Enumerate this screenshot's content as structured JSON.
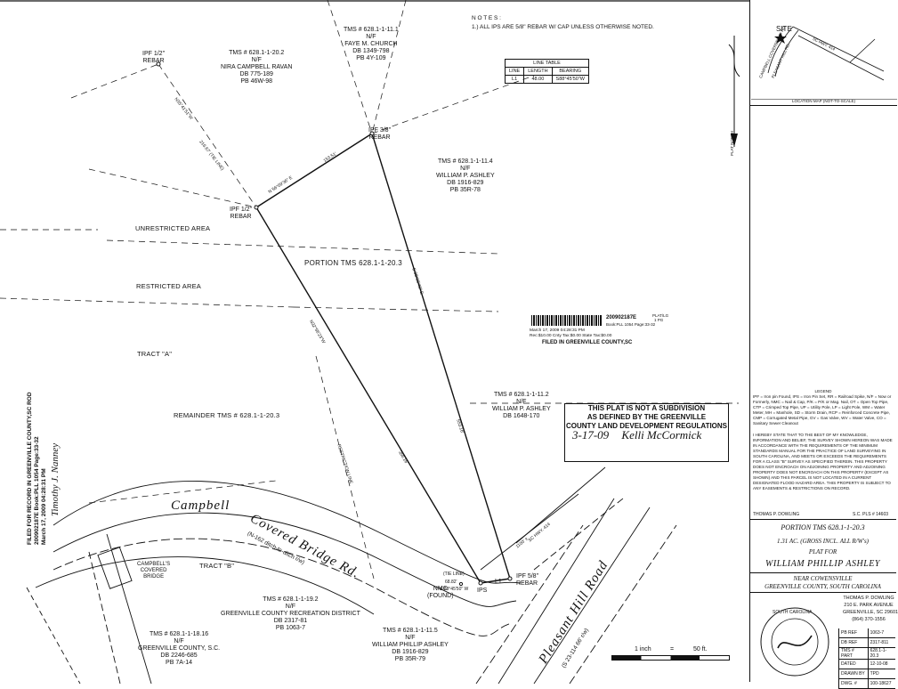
{
  "notes": {
    "title": "N O T E S :",
    "note1": "1.) ALL IPS ARE 5/8\" REBAR W/ CAP UNLESS OTHERWISE NOTED."
  },
  "line_table": {
    "title": "LINE TABLE",
    "headers": [
      "LINE",
      "LENGTH",
      "BEARING"
    ],
    "row": [
      "L1",
      "48.00",
      "S88°45'50\"W"
    ]
  },
  "markers": {
    "ipf_half_top": "IPF 1/2\"",
    "rebar": "REBAR",
    "ipf_38": "IPF 3/8\"",
    "ipf_half_mid": "IPF 1/2\"",
    "ipf_58": "IPF 5/8\"",
    "nmc": "NMC",
    "found": "(FOUND)",
    "ips": "IPS",
    "l1": "L1"
  },
  "parcels": {
    "ravan": [
      "TMS # 628.1-1-20.2",
      "N/F",
      "NIRA CAMPBELL RAVAN",
      "DB 775-189",
      "PB 46W-98"
    ],
    "church": [
      "TMS # 628.1-1-11.1",
      "N/F",
      "FAYE M. CHURCH",
      "DB 1349-798",
      "PB 4Y-109"
    ],
    "ashley_114": [
      "TMS # 628.1-1-11.4",
      "N/F",
      "WILLIAM P. ASHLEY",
      "DB 1916-829",
      "PB 35R-78"
    ],
    "ashley_112": [
      "TMS # 628.1-1-11.2",
      "N/F",
      "WILLIAM P. ASHLEY",
      "DB 1648-170"
    ],
    "rec_district": [
      "TMS # 628.1-1-19.2",
      "N/F",
      "GREENVILLE COUNTY RECREATION DISTRICT",
      "DB 2317-81",
      "PB 1063-7"
    ],
    "county": [
      "TMS # 628.1-1-18.16",
      "N/F",
      "GREENVILLE COUNTY, S.C.",
      "DB 2246-685",
      "PB 7A-14"
    ],
    "ashley_115": [
      "TMS # 628.1-1-11.5",
      "N/F",
      "WILLIAM PHILLIP ASHLEY",
      "DB 1916-829",
      "PB 35R-79"
    ]
  },
  "areas": {
    "unrestricted": "UNRESTRICTED AREA",
    "restricted": "RESTRICTED AREA",
    "tract_a": "TRACT \"A\"",
    "remainder": "REMAINDER TMS # 628.1-1-20.3",
    "portion": "PORTION TMS 628.1-1-20.3",
    "tract_b": "TRACT \"B\"",
    "covered_bridge": "CAMPBELL'S\nCOVERED\nBRIDGE"
  },
  "roads": {
    "campbell": "Campbell",
    "covered_bridge_rd": "Covered Bridge Rd.",
    "covered_bridge_rw": "(N-162 ditch-to-ditch r/w)",
    "pleasant_hill": "Pleasant Hill Road",
    "pleasant_hill_rw": "(S 23-114 66' r/w)",
    "sc_hwy": "SC HWY. 414",
    "restriction_line": "RESTRICTION LINE"
  },
  "bearings": {
    "b1": "N35°41'51\"W",
    "b2": "216.67' (TIE LINE)",
    "b3": "N 56°09'36\" E",
    "b4": "153.51'",
    "b5": "S 08°55'46\" E",
    "b6": "N32°56'23\"W",
    "b7": "356.16'",
    "b8": "553.16'",
    "tie": "(TIE LINE)",
    "tie_dist": "68.82'",
    "tie_bearing": "S 88°45'50\" W",
    "hwy_dist": "1100' ±"
  },
  "stamp": {
    "number": "200902187E",
    "platslide": "PLAT/LG",
    "pg": "1 PG",
    "book": "Book:PLL 1054  Page:33-32",
    "date": "March 17, 2009  04:28:31 PM",
    "fees": "Rec:$10.00   Cnty Tax:$0.00   State Tax:$0.00",
    "filed": "FILED IN GREENVILLE COUNTY,SC"
  },
  "plat_note": {
    "line1": "THIS PLAT IS NOT A SUBDIVISION",
    "line2": "AS DEFINED BY THE GREENVILLE",
    "line3": "COUNTY LAND DEVELOPMENT REGULATIONS",
    "date": "3-17-09",
    "signature": "Kelli McCormick"
  },
  "side_filing": {
    "line1": "FILED FOR RECORD IN GREENVILLE COUNTY,SC ROD",
    "line2": "200902187E  Book:PLL 1054  Page:33-32",
    "line3": "March 17, 2009  04:28:31 PM"
  },
  "scale": {
    "left": "1 inch",
    "eq": "=",
    "right": "50 ft."
  },
  "location_map": {
    "label": "LOCATION MAP (NOT-TO-SCALE)",
    "site": "SITE",
    "sc_hwy": "SC HWY. 414",
    "road1": "CAMPBELL COVERED BR. RD.",
    "road2": "PLEASANT HILL RD.",
    "north": "PLAT NORTH"
  },
  "legend": {
    "title": "LEGEND",
    "text": "IPF = Iron pin Found, IPS = Iron Pin Set, RR = Railroad Spike, N/F = Now or Formerly, NMC = Nail & Cap, P/K = P/K or Mag. Nail, OT = Open Top Pipe, CTP = Crimped Top Pipe, UP = Utility Pole, LP = Light Pole, WM = Water Meter, MH = Manhole, SD = Storm Drain, RCP = Reinforced Concrete Pipe, CMP = Corrugated Metal Pipe, GV = Gas Valve, WV = Water Valve, CO = Sanitary Sewer Cleanout"
  },
  "certification": {
    "text": "I HEREBY STATE THAT TO THE BEST OF MY KNOWLEDGE, INFORMATION AND BELIEF, THE SURVEY SHOWN HEREON WAS MADE IN ACCORDANCE WITH THE REQUIREMENTS OF THE MINIMUM STANDARDS MANUAL FOR THE PRACTICE OF LAND SURVEYING IN SOUTH CAROLINA, AND MEETS OR EXCEEDS THE REQUIREMENTS FOR A CLASS \"B\" SURVEY AS SPECIFIED THEREIN. THIS PROPERTY DOES NOT ENCROACH ON ADJOINING PROPERTY AND ADJOINING PROPERTY DOES NOT ENCROACH ON THIS PROPERTY (EXCEPT AS SHOWN) AND THIS PARCEL IS NOT LOCATED IN A CURRENT DESIGNATED FLOOD HAZARD AREA. THIS PROPERTY IS SUBJECT TO ANY EASEMENTS & RESTRICTIONS ON RECORD.",
    "surveyor": "THOMAS P. DOWLING",
    "pls": "S.C. PLS # 14603"
  },
  "title_block": {
    "portion": "PORTION TMS 628.1-1-20.3",
    "acreage": "1.31 AC. (GROSS INCL. ALL R/W's)",
    "plat_for": "PLAT FOR",
    "owner": "WILLIAM PHILLIP ASHLEY",
    "near": "NEAR COWENSVILLE",
    "county": "GREENVILLE COUNTY, SOUTH CAROLINA",
    "firm": [
      "THOMAS P. DOWLING",
      "210 E. PARK AVENUE",
      "GREENVILLE, SC 29601",
      "(864) 370-1556"
    ],
    "seal_text": "SOUTH CAROLINA",
    "info": [
      {
        "label": "PB REF",
        "value": "1063-7"
      },
      {
        "label": "DB REF",
        "value": "2317-811"
      },
      {
        "label": "TMS # PART",
        "value": "628.1-1-20.3"
      },
      {
        "label": "DATED",
        "value": "12-10-08"
      },
      {
        "label": "DRAWN BY",
        "value": "TPD"
      },
      {
        "label": "DWG. #",
        "value": "100-18627"
      }
    ]
  }
}
